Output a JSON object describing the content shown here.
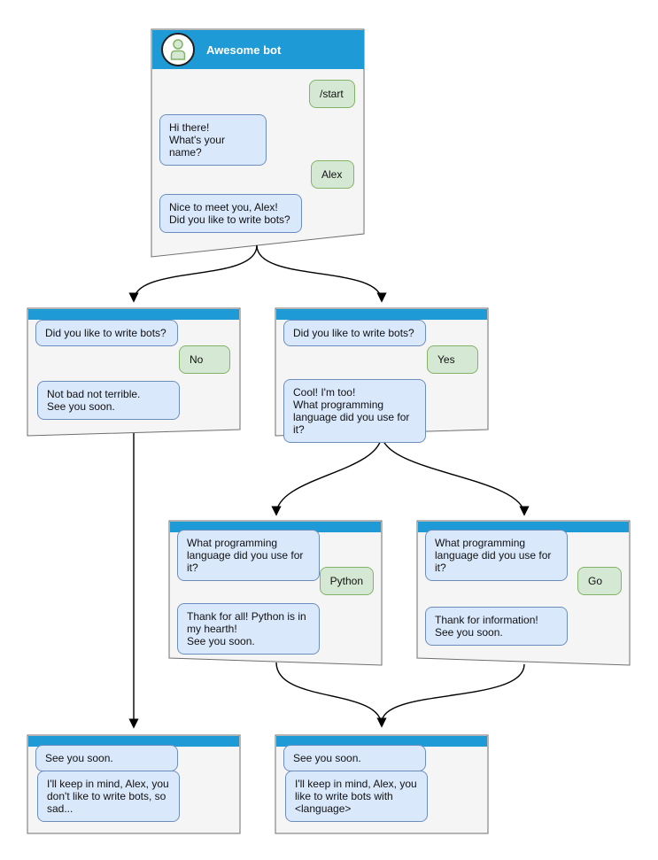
{
  "diagram": {
    "kind": "chatbot-conversation-flowchart",
    "colors": {
      "header_blue": "#1E9BD7",
      "window_fill": "#F5F5F5",
      "window_border": "#6E6E6E",
      "bot_bubble_fill": "#DAE8FC",
      "bot_bubble_border": "#6C8EBF",
      "user_bubble_fill": "#D5E8D4",
      "user_bubble_border": "#82B366",
      "arrow_color": "#000000"
    },
    "avatar_icon": "person-icon"
  },
  "windows": [
    {
      "id": "main",
      "title": "Awesome bot",
      "messages": [
        {
          "side": "user",
          "text": "/start"
        },
        {
          "side": "bot",
          "text": "Hi there!\nWhat's your name?"
        },
        {
          "side": "user",
          "text": "Alex"
        },
        {
          "side": "bot",
          "text": "Nice to meet you, Alex!\nDid you like to write bots?"
        }
      ]
    },
    {
      "id": "branch-no",
      "messages": [
        {
          "side": "bot",
          "text": "Did you like to write bots?"
        },
        {
          "side": "user",
          "text": "No"
        },
        {
          "side": "bot",
          "text": "Not bad not terrible.\nSee you soon."
        }
      ]
    },
    {
      "id": "branch-yes",
      "messages": [
        {
          "side": "bot",
          "text": "Did you like to write bots?"
        },
        {
          "side": "user",
          "text": "Yes"
        },
        {
          "side": "bot",
          "text": "Cool! I'm too!\nWhat programming\nlanguage did you use for it?"
        }
      ]
    },
    {
      "id": "branch-python",
      "messages": [
        {
          "side": "bot",
          "text": "What programming\nlanguage did you use for it?"
        },
        {
          "side": "user",
          "text": "Python"
        },
        {
          "side": "bot",
          "text": "Thank for all! Python is in\nmy hearth!\nSee you soon."
        }
      ]
    },
    {
      "id": "branch-go",
      "messages": [
        {
          "side": "bot",
          "text": "What programming\nlanguage did you use for it?"
        },
        {
          "side": "user",
          "text": "Go"
        },
        {
          "side": "bot",
          "text": "Thank for information!\nSee you soon."
        }
      ]
    },
    {
      "id": "end-no",
      "messages": [
        {
          "side": "bot",
          "text": "See you soon."
        },
        {
          "side": "bot",
          "text": "I'll keep in mind, Alex, you\ndon't like to write bots, so\nsad..."
        }
      ]
    },
    {
      "id": "end-yes",
      "messages": [
        {
          "side": "bot",
          "text": "See you soon."
        },
        {
          "side": "bot",
          "text": "I'll keep in mind, Alex, you\nlike to write bots with\n<language>"
        }
      ]
    }
  ]
}
